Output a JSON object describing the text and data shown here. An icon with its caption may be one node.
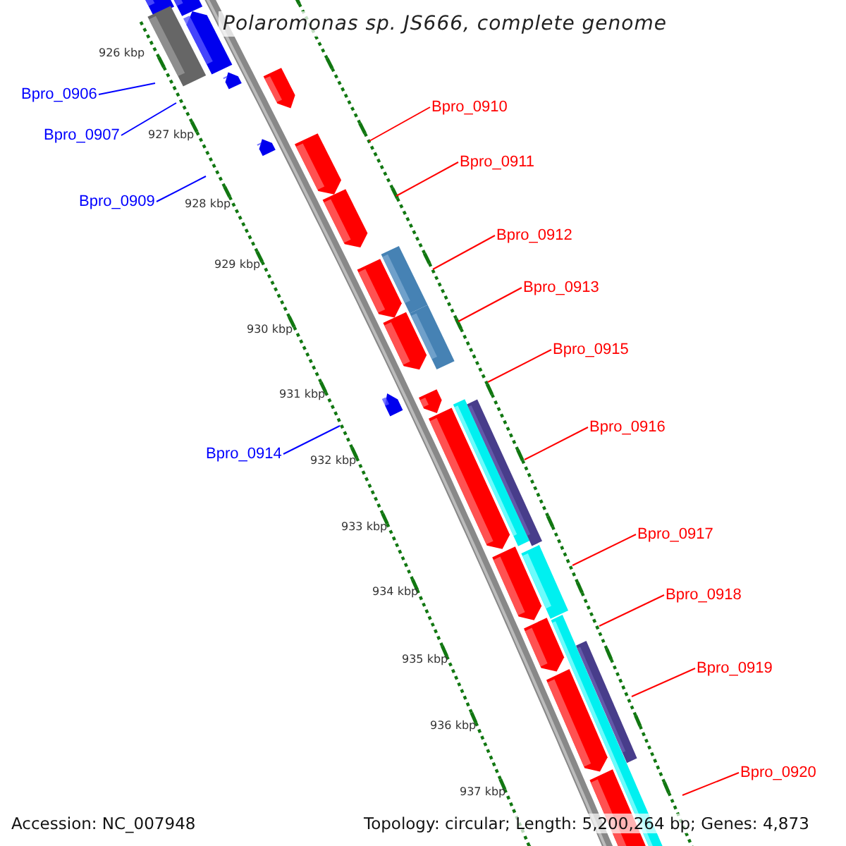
{
  "diagram": {
    "title": "Polaromonas sp. JS666, complete genome",
    "nodes": [
      {
        "text": [
          "Bpro_0906"
        ]
      },
      {
        "text": [
          "Bpro_0910"
        ]
      },
      {
        "text": [
          "Bpro_0907"
        ]
      },
      {
        "text": [
          "Bpro_0911"
        ]
      },
      {
        "text": [
          "Bpro_0909"
        ]
      },
      {
        "text": [
          "Bpro_0912"
        ]
      },
      {
        "text": [
          "Bpro_0913"
        ]
      },
      {
        "text": [
          "Bpro_0915"
        ]
      },
      {
        "text": [
          "Bpro_0916"
        ]
      },
      {
        "text": [
          "Bpro_0914"
        ]
      },
      {
        "text": [
          "Bpro_0917"
        ]
      },
      {
        "text": [
          "Bpro_0918"
        ]
      },
      {
        "text": [
          "Bpro_0919"
        ]
      },
      {
        "text": [
          "Bpro_0920"
        ]
      }
    ],
    "edges": [
      {
        "from": 0,
        "to": null,
        "arrow": "none",
        "color": "#0000ff"
      },
      {
        "from": 1,
        "to": null,
        "arrow": "none"
      },
      {
        "from": 2,
        "to": null,
        "arrow": "none",
        "color": "#0000ff"
      },
      {
        "from": 3,
        "to": null,
        "arrow": "none"
      },
      {
        "from": 4,
        "to": null,
        "arrow": "none",
        "color": "#0000ff"
      },
      {
        "from": 5,
        "to": null,
        "arrow": "none"
      },
      {
        "from": 6,
        "to": null,
        "arrow": "none"
      },
      {
        "from": 7,
        "to": null,
        "arrow": "none"
      },
      {
        "from": 8,
        "to": null,
        "arrow": "none"
      },
      {
        "from": 9,
        "to": null,
        "arrow": "none",
        "color": "#0000ff"
      },
      {
        "from": 10,
        "to": null,
        "arrow": "none"
      },
      {
        "from": 11,
        "to": null,
        "arrow": "none"
      },
      {
        "from": 12,
        "to": null,
        "arrow": "none"
      },
      {
        "from": 13,
        "to": null,
        "arrow": "none"
      }
    ],
    "labels": [
      "926 kbp",
      "927 kbp",
      "928 kbp",
      "929 kbp",
      "930 kbp",
      "931 kbp",
      "932 kbp",
      "933 kbp",
      "934 kbp",
      "935 kbp",
      "936 kbp",
      "937 kbp",
      "Accession: NC_007948",
      "Topology: circular; Length: 5,200,264 bp; Genes: 4,873"
    ]
  }
}
